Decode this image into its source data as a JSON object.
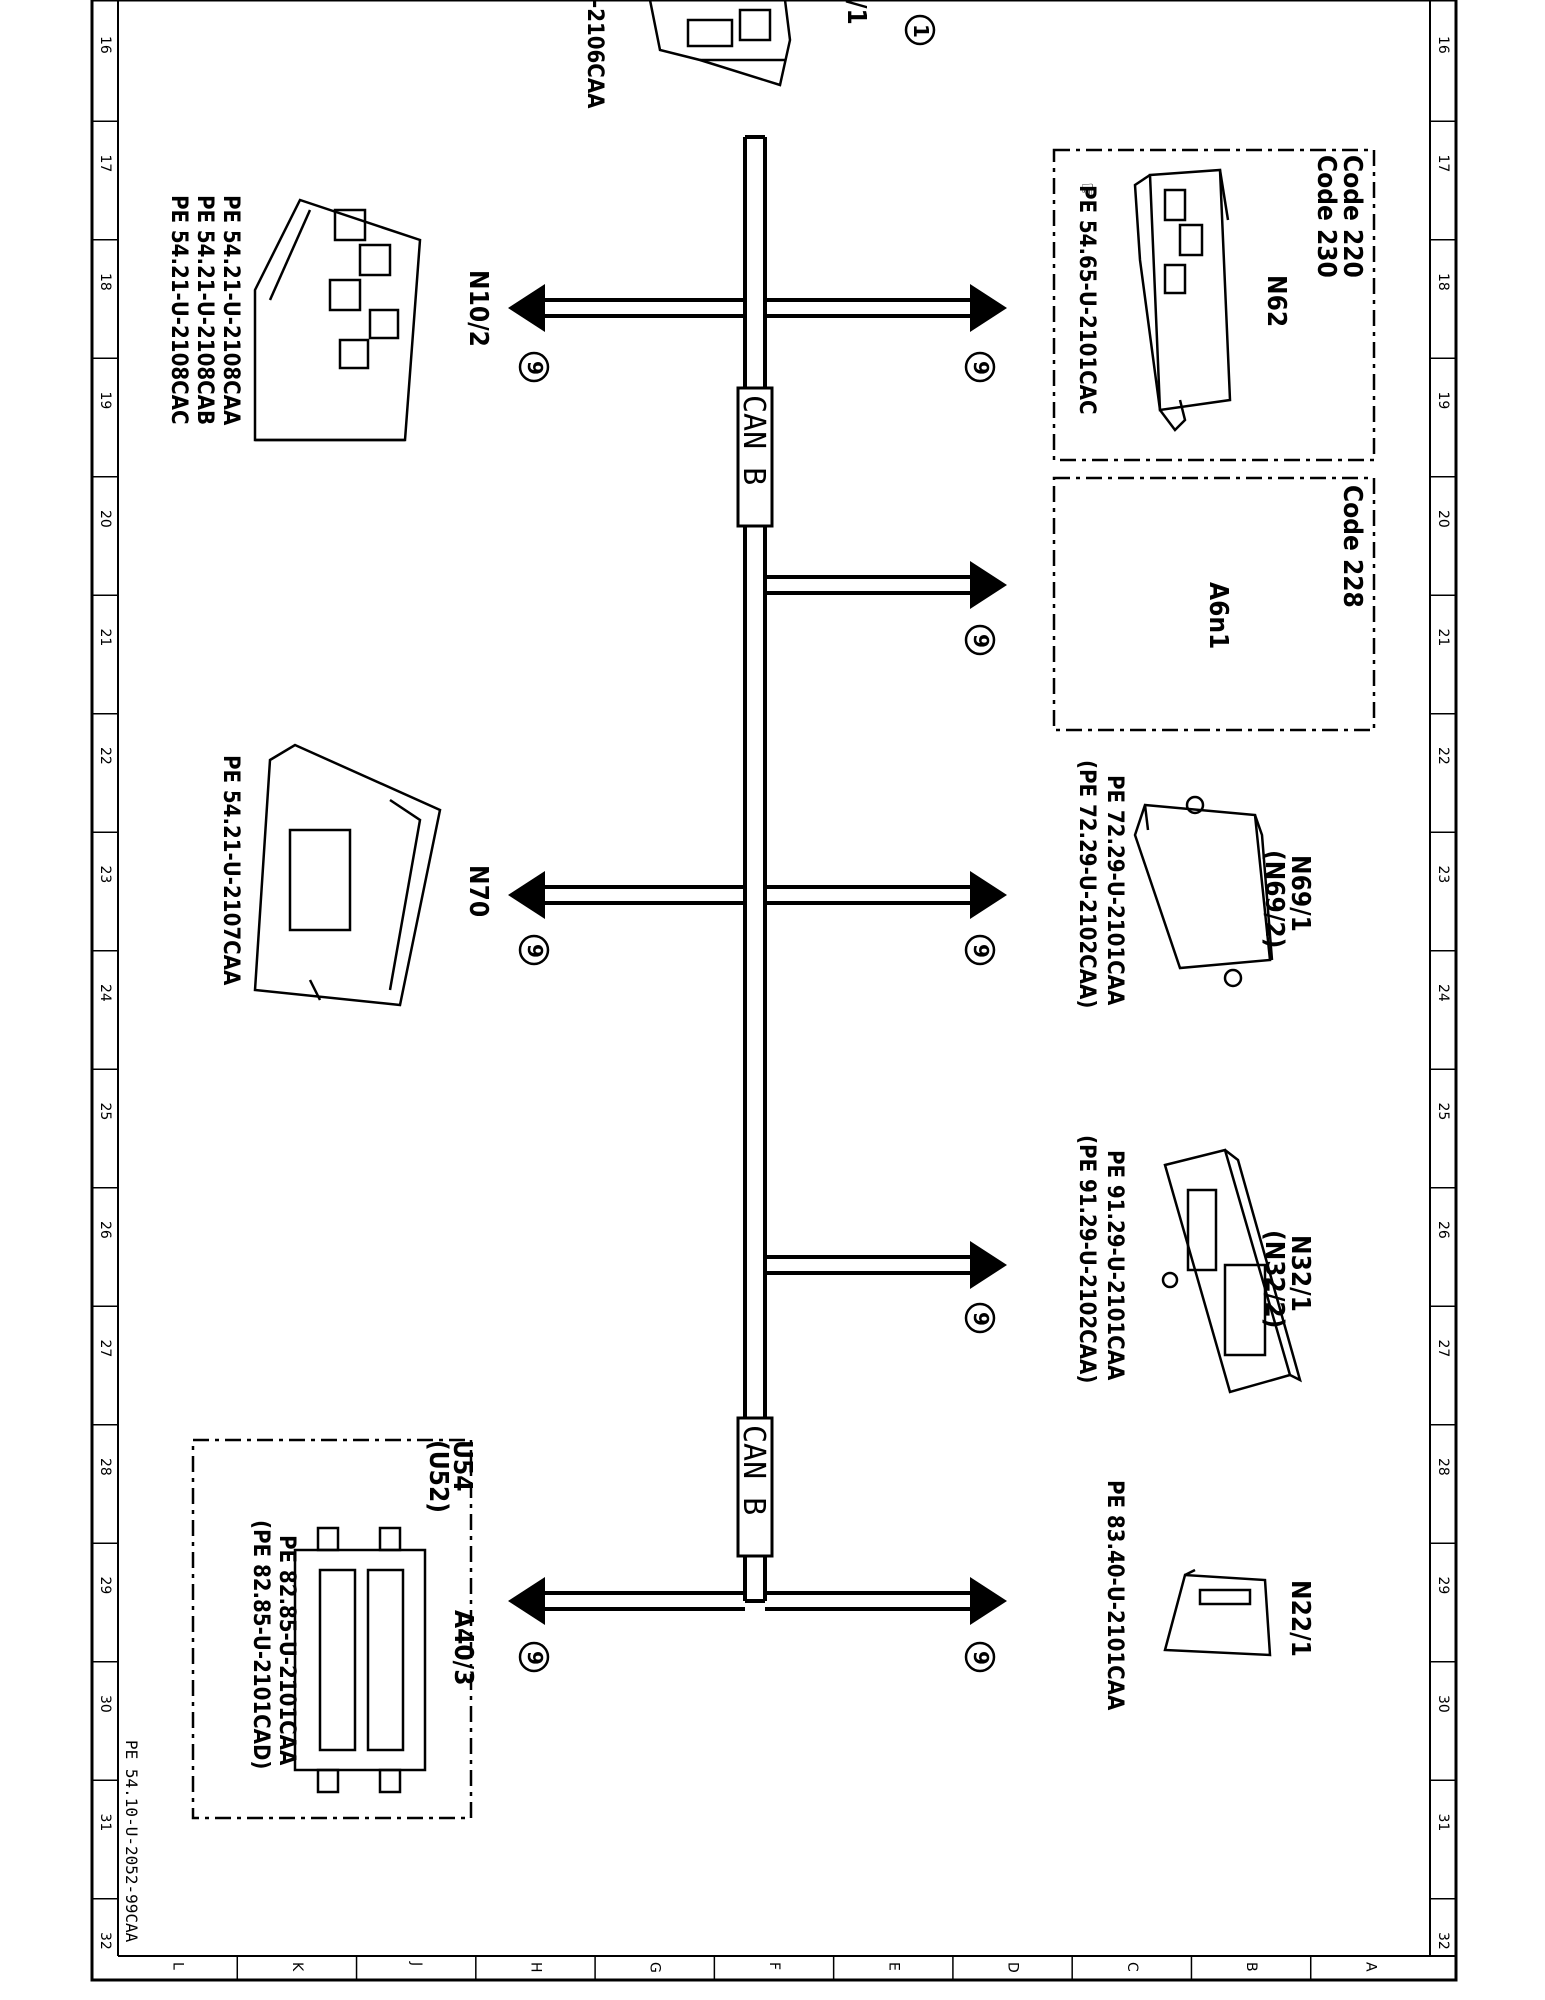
{
  "document_ref": "PE 54.10-U-2052-99CAA",
  "row_numbers": [
    "16",
    "17",
    "18",
    "19",
    "20",
    "21",
    "22",
    "23",
    "24",
    "25",
    "26",
    "27",
    "28",
    "29",
    "30",
    "31",
    "32"
  ],
  "column_letters": [
    "L",
    "K",
    "J",
    "H",
    "G",
    "F",
    "E",
    "D",
    "C",
    "B",
    "A"
  ],
  "bus_label_1": "CAN B",
  "bus_label_2": "CAN B",
  "connector_markers": {
    "top": "1",
    "tap": "9"
  },
  "top_partial": {
    "ref": "-2106CAA",
    "label": "/1"
  },
  "components": {
    "n62": {
      "name": "N62",
      "code_a": "Code 220",
      "code_b": "Code 230",
      "pe": [
        "PE 54.65-U-2101CAC"
      ]
    },
    "a6n1": {
      "name": "A6n1",
      "code": "Code 228"
    },
    "n69": {
      "name": "N69/1",
      "alt": "(N69/2)",
      "pe": [
        "PE 72.29-U-2101CAA",
        "(PE 72.29-U-2102CAA)"
      ]
    },
    "n32": {
      "name": "N32/1",
      "alt": "(N32/2)",
      "pe": [
        "PE 91.29-U-2101CAA",
        "(PE 91.29-U-2102CAA)"
      ]
    },
    "n22": {
      "name": "N22/1",
      "pe": [
        "PE 83.40-U-2101CAA"
      ]
    },
    "n10": {
      "name": "N10/2",
      "pe": [
        "PE 54.21-U-2108CAA",
        "PE 54.21-U-2108CAB",
        "PE 54.21-U-2108CAC"
      ]
    },
    "n70": {
      "name": "N70",
      "pe": [
        "PE 54.21-U-2107CAA"
      ]
    },
    "a40": {
      "name": "A40/3",
      "u1": "U54",
      "u2": "(U52)",
      "pe": [
        "PE 82.85-U-2101CAA",
        "(PE 82.85-U-2101CAD)"
      ]
    }
  }
}
